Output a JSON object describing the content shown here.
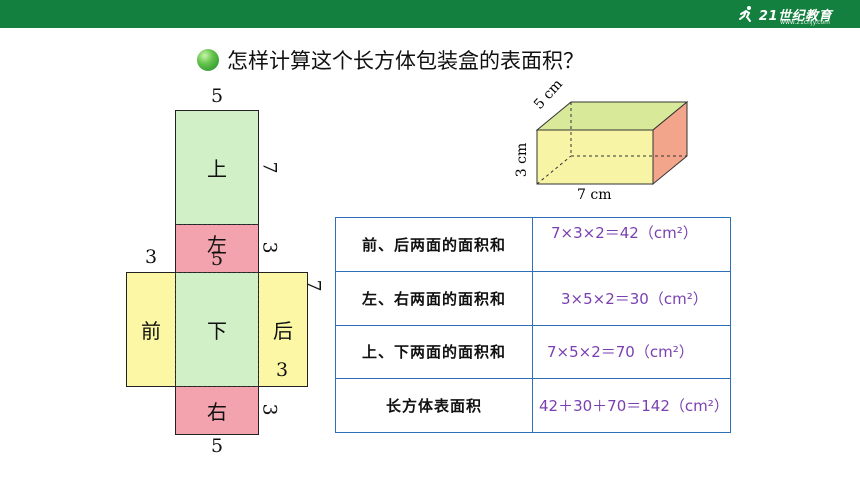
{
  "header": {
    "logo_text": "21世纪教育",
    "logo_sub": "www.21cnjy.com",
    "color": "#13803f"
  },
  "title": "怎样计算这个长方体包装盒的表面积？",
  "net": {
    "top_face": "上",
    "left_face": "左",
    "bottom_face": "下",
    "front_face": "前",
    "back_face": "后",
    "right_face": "右",
    "dims": {
      "top_width": "5",
      "top_side": "7",
      "left_side": "3",
      "left_inner": "5",
      "front_width": "3",
      "back_top": "7",
      "back_inner": "3",
      "right_side": "3",
      "bottom_width": "5"
    }
  },
  "box": {
    "depth": "5 cm",
    "height": "3 cm",
    "length": "7 cm"
  },
  "table": {
    "rows": [
      {
        "label": "前、后两面的面积和",
        "value": "7×3×2＝42（cm²）"
      },
      {
        "label": "左、右两面的面积和",
        "value": "3×5×2＝30（cm²）"
      },
      {
        "label": "上、下两面的面积和",
        "value": "7×5×2＝70（cm²）"
      },
      {
        "label": "长方体表面积",
        "value": "42＋30＋70＝142（cm²）"
      }
    ]
  }
}
